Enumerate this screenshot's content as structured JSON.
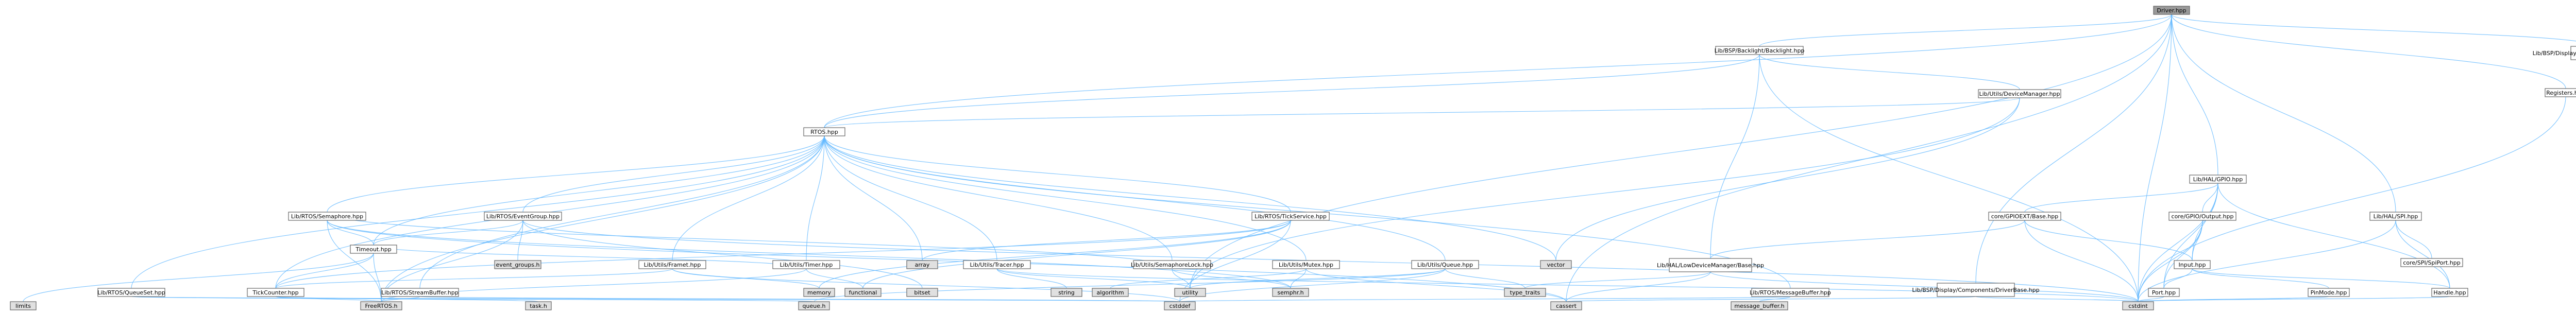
{
  "diagram": {
    "colors": {
      "root_fill": "#999999",
      "node_fill": "#ffffff",
      "missing_fill": "#e0e0e0",
      "link_border": "#666666",
      "undoc_border": "#ff0000",
      "edge": "#63b8ff"
    },
    "nodes": [
      {
        "id": "root",
        "label": "Driver.hpp",
        "kind": "root"
      },
      {
        "id": "backlight",
        "label": "Lib/BSP/Backlight/Backlight.hpp",
        "kind": "normal"
      },
      {
        "id": "tmpl",
        "label": "Lib/BSP/Display/Components/Template.hpp",
        "kind": "normal"
      },
      {
        "id": "registers",
        "label": "Registers.hpp",
        "kind": "normal"
      },
      {
        "id": "devmgr",
        "label": "Lib/Utils/DeviceManager.hpp",
        "kind": "normal"
      },
      {
        "id": "rtos",
        "label": "RTOS.hpp",
        "kind": "normal"
      },
      {
        "id": "halgpio",
        "label": "Lib/HAL/GPIO.hpp",
        "kind": "normal"
      },
      {
        "id": "halspi",
        "label": "Lib/HAL/SPI.hpp",
        "kind": "normal"
      },
      {
        "id": "semaphore",
        "label": "Lib/RTOS/Semaphore.hpp",
        "kind": "undoc"
      },
      {
        "id": "eventgroup",
        "label": "Lib/RTOS/EventGroup.hpp",
        "kind": "normal"
      },
      {
        "id": "ticksvc",
        "label": "Lib/RTOS/TickService.hpp",
        "kind": "normal"
      },
      {
        "id": "gpioextbase",
        "label": "core/GPIOEXT/Base.hpp",
        "kind": "normal"
      },
      {
        "id": "gpiooutput",
        "label": "core/GPIO/Output.hpp",
        "kind": "normal"
      },
      {
        "id": "spiport",
        "label": "core/SPI/SpiPort.hpp",
        "kind": "normal"
      },
      {
        "id": "timeout",
        "label": "Timeout.hpp",
        "kind": "normal"
      },
      {
        "id": "eventgroups_h",
        "label": "event_groups.h",
        "kind": "missing"
      },
      {
        "id": "array",
        "label": "array",
        "kind": "missing"
      },
      {
        "id": "framequeue",
        "label": "Lib/Utils/Framet.hpp",
        "kind": "normal"
      },
      {
        "id": "timerhpp",
        "label": "Lib/Utils/Timer.hpp",
        "kind": "undoc"
      },
      {
        "id": "tracer",
        "label": "Lib/Utils/Tracer.hpp",
        "kind": "normal"
      },
      {
        "id": "semlock",
        "label": "Lib/Utils/SemaphoreLock.hpp",
        "kind": "undoc"
      },
      {
        "id": "mutex",
        "label": "Lib/Utils/Mutex.hpp",
        "kind": "normal"
      },
      {
        "id": "queuehpp",
        "label": "Lib/Utils/Queue.hpp",
        "kind": "normal"
      },
      {
        "id": "vector",
        "label": "vector",
        "kind": "missing"
      },
      {
        "id": "ldmbase",
        "label": "Lib/HAL/LowDeviceManager/Base.hpp",
        "kind": "undoc"
      },
      {
        "id": "inputhpp",
        "label": "Input.hpp",
        "kind": "normal"
      },
      {
        "id": "queueset",
        "label": "Lib/RTOS/QueueSet.hpp",
        "kind": "normal"
      },
      {
        "id": "tickcounter",
        "label": "TickCounter.hpp",
        "kind": "normal"
      },
      {
        "id": "streambuffer",
        "label": "Lib/RTOS/StreamBuffer.hpp",
        "kind": "undoc"
      },
      {
        "id": "memory",
        "label": "memory",
        "kind": "missing"
      },
      {
        "id": "functional",
        "label": "functional",
        "kind": "missing"
      },
      {
        "id": "bitset",
        "label": "bitset",
        "kind": "missing"
      },
      {
        "id": "string",
        "label": "string",
        "kind": "missing"
      },
      {
        "id": "algorithm",
        "label": "algorithm",
        "kind": "missing"
      },
      {
        "id": "utility",
        "label": "utility",
        "kind": "missing"
      },
      {
        "id": "semph",
        "label": "semphr.h",
        "kind": "missing"
      },
      {
        "id": "typetraits",
        "label": "type_traits",
        "kind": "missing"
      },
      {
        "id": "msgbufferhpp",
        "label": "Lib/RTOS/MessageBuffer.hpp",
        "kind": "normal"
      },
      {
        "id": "displaydrvbase",
        "label": "Lib/BSP/Display/Components/DriverBase.hpp",
        "kind": "normal"
      },
      {
        "id": "porthpp",
        "label": "Port.hpp",
        "kind": "normal"
      },
      {
        "id": "pinmode",
        "label": "PinMode.hpp",
        "kind": "normal"
      },
      {
        "id": "handle",
        "label": "Handle.hpp",
        "kind": "normal"
      },
      {
        "id": "limits",
        "label": "limits",
        "kind": "missing"
      },
      {
        "id": "freertos",
        "label": "FreeRTOS.h",
        "kind": "missing"
      },
      {
        "id": "taskh",
        "label": "task.h",
        "kind": "missing"
      },
      {
        "id": "queueh",
        "label": "queue.h",
        "kind": "missing"
      },
      {
        "id": "cstddef",
        "label": "cstddef",
        "kind": "missing"
      },
      {
        "id": "cassert",
        "label": "cassert",
        "kind": "missing"
      },
      {
        "id": "msgbufh",
        "label": "message_buffer.h",
        "kind": "missing"
      },
      {
        "id": "cstdint",
        "label": "cstdint",
        "kind": "missing"
      }
    ],
    "edges": [
      [
        "root",
        "backlight"
      ],
      [
        "root",
        "tmpl"
      ],
      [
        "root",
        "registers"
      ],
      [
        "root",
        "rtos"
      ],
      [
        "root",
        "halgpio"
      ],
      [
        "root",
        "halspi"
      ],
      [
        "root",
        "displaydrvbase"
      ],
      [
        "root",
        "cstdint"
      ],
      [
        "root",
        "cassert"
      ],
      [
        "root",
        "utility"
      ],
      [
        "backlight",
        "devmgr"
      ],
      [
        "backlight",
        "rtos"
      ],
      [
        "backlight",
        "ldmbase"
      ],
      [
        "backlight",
        "cstdint"
      ],
      [
        "registers",
        "cstdint"
      ],
      [
        "devmgr",
        "rtos"
      ],
      [
        "devmgr",
        "vector"
      ],
      [
        "devmgr",
        "utility"
      ],
      [
        "rtos",
        "semaphore"
      ],
      [
        "rtos",
        "eventgroup"
      ],
      [
        "rtos",
        "ticksvc"
      ],
      [
        "rtos",
        "timeout"
      ],
      [
        "rtos",
        "framequeue"
      ],
      [
        "rtos",
        "timerhpp"
      ],
      [
        "rtos",
        "tracer"
      ],
      [
        "rtos",
        "semlock"
      ],
      [
        "rtos",
        "mutex"
      ],
      [
        "rtos",
        "queuehpp"
      ],
      [
        "rtos",
        "queueset"
      ],
      [
        "rtos",
        "tickcounter"
      ],
      [
        "rtos",
        "streambuffer"
      ],
      [
        "rtos",
        "msgbufferhpp"
      ],
      [
        "rtos",
        "freertos"
      ],
      [
        "rtos",
        "vector"
      ],
      [
        "rtos",
        "array"
      ],
      [
        "semaphore",
        "timeout"
      ],
      [
        "semaphore",
        "freertos"
      ],
      [
        "semaphore",
        "semph"
      ],
      [
        "semaphore",
        "cassert"
      ],
      [
        "eventgroup",
        "timeout"
      ],
      [
        "eventgroup",
        "eventgroups_h"
      ],
      [
        "eventgroup",
        "bitset"
      ],
      [
        "eventgroup",
        "freertos"
      ],
      [
        "eventgroup",
        "cstdint"
      ],
      [
        "ticksvc",
        "memory"
      ],
      [
        "ticksvc",
        "functional"
      ],
      [
        "ticksvc",
        "tickcounter"
      ],
      [
        "ticksvc",
        "cstddef"
      ],
      [
        "ticksvc",
        "array"
      ],
      [
        "halgpio",
        "gpioextbase"
      ],
      [
        "halgpio",
        "gpiooutput"
      ],
      [
        "halgpio",
        "inputhpp"
      ],
      [
        "halgpio",
        "porthpp"
      ],
      [
        "halgpio",
        "handle"
      ],
      [
        "halgpio",
        "cstdint"
      ],
      [
        "halspi",
        "spiport"
      ],
      [
        "halspi",
        "handle"
      ],
      [
        "halspi",
        "cstdint"
      ],
      [
        "gpioextbase",
        "ldmbase"
      ],
      [
        "gpioextbase",
        "inputhpp"
      ],
      [
        "gpioextbase",
        "cstdint"
      ],
      [
        "gpiooutput",
        "inputhpp"
      ],
      [
        "gpiooutput",
        "porthpp"
      ],
      [
        "gpiooutput",
        "cstdint"
      ],
      [
        "timeout",
        "tickcounter"
      ],
      [
        "timeout",
        "limits"
      ],
      [
        "timeout",
        "freertos"
      ],
      [
        "framequeue",
        "memory"
      ],
      [
        "framequeue",
        "tickcounter"
      ],
      [
        "framequeue",
        "cstddef"
      ],
      [
        "timerhpp",
        "functional"
      ],
      [
        "timerhpp",
        "timeout"
      ],
      [
        "timerhpp",
        "freertos"
      ],
      [
        "tracer",
        "string"
      ],
      [
        "tracer",
        "utility"
      ],
      [
        "tracer",
        "cstdint"
      ],
      [
        "semlock",
        "semaphore"
      ],
      [
        "semlock",
        "semph"
      ],
      [
        "semlock",
        "utility"
      ],
      [
        "mutex",
        "semph"
      ],
      [
        "mutex",
        "algorithm"
      ],
      [
        "mutex",
        "cassert"
      ],
      [
        "queuehpp",
        "queueh"
      ],
      [
        "queuehpp",
        "utility"
      ],
      [
        "queuehpp",
        "cstddef"
      ],
      [
        "queuehpp",
        "typetraits"
      ],
      [
        "ldmbase",
        "typetraits"
      ],
      [
        "ldmbase",
        "cstdint"
      ],
      [
        "ldmbase",
        "cassert"
      ],
      [
        "inputhpp",
        "porthpp"
      ],
      [
        "inputhpp",
        "pinmode"
      ],
      [
        "inputhpp",
        "handle"
      ],
      [
        "queueset",
        "queueh"
      ],
      [
        "queueset",
        "cstddef"
      ],
      [
        "tickcounter",
        "taskh"
      ],
      [
        "tickcounter",
        "freertos"
      ],
      [
        "streambuffer",
        "freertos"
      ],
      [
        "streambuffer",
        "cstddef"
      ],
      [
        "msgbufferhpp",
        "msgbufh"
      ],
      [
        "msgbufferhpp",
        "cstddef"
      ],
      [
        "porthpp",
        "cstdint"
      ],
      [
        "pinmode",
        "cstdint"
      ],
      [
        "handle",
        "cstdint"
      ],
      [
        "displaydrvbase",
        "cstdint"
      ],
      [
        "displaydrvbase",
        "cassert"
      ]
    ]
  }
}
